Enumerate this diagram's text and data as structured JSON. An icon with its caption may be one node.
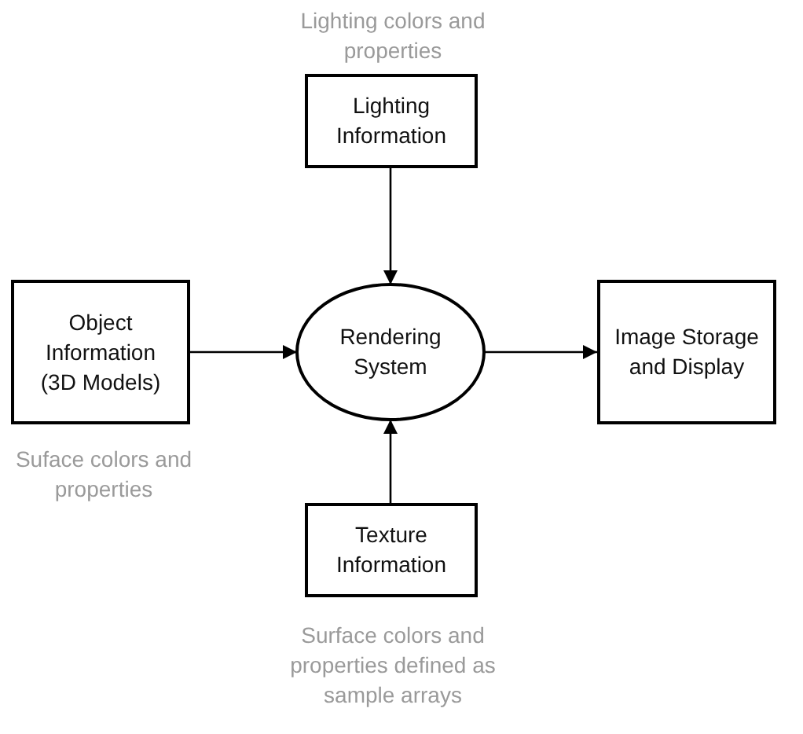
{
  "diagram": {
    "nodes": [
      {
        "text": [
          "Lighting Information"
        ],
        "beside": [
          "Lighting colors and properties"
        ]
      },
      {
        "text": [
          "Object Information (3D Models)"
        ],
        "beside": [
          "Suface colors and properties"
        ]
      },
      {
        "text": [
          "Rendering System"
        ]
      },
      {
        "text": [
          "Image Storage and Display"
        ]
      },
      {
        "text": [
          "Texture Information"
        ],
        "beside": [
          "Surface colors and properties defined as sample arrays"
        ]
      }
    ],
    "edges": [
      {
        "from": 0,
        "to": 2,
        "arrow": "to"
      },
      {
        "from": 1,
        "to": 2,
        "arrow": "to"
      },
      {
        "from": 2,
        "to": 3,
        "arrow": "to"
      },
      {
        "from": 4,
        "to": 2,
        "arrow": "to"
      }
    ]
  }
}
